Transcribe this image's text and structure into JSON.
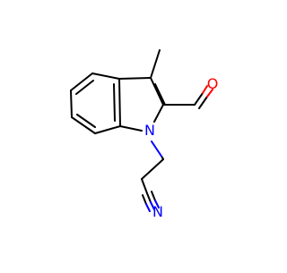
{
  "molecule": {
    "atom_labels": {
      "oxygen": "O",
      "nitrogen_ring": "N",
      "nitrogen_nitrile": "N"
    },
    "colors": {
      "bond": "#000000",
      "oxygen": "#ff0000",
      "nitrogen": "#0000ff",
      "background": "#ffffff"
    }
  }
}
